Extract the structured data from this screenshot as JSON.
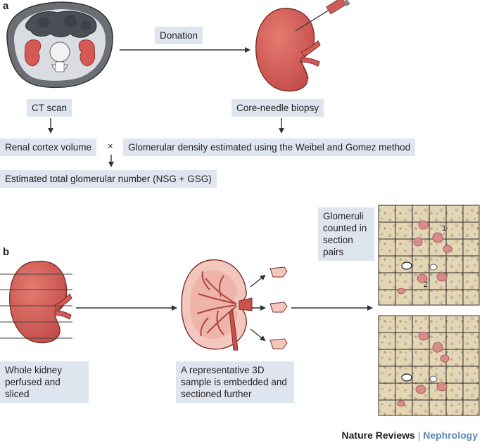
{
  "panels": {
    "a": "a",
    "b": "b"
  },
  "panel_a": {
    "donation": "Donation",
    "ct_scan": "CT scan",
    "biopsy": "Core-needle biopsy",
    "cortex_volume": "Renal cortex volume",
    "multiply": "×",
    "density": "Glomerular density estimated using the Weibel and Gomez method",
    "total": "Estimated total glomerular number (NSG + GSG)"
  },
  "panel_b": {
    "whole_kidney": "Whole kidney perfused and sliced",
    "sample": "A representative 3D sample is embedded and sectioned further",
    "glomeruli": "Glomeruli counted in section pairs",
    "marker_1": "1",
    "marker_2": "2"
  },
  "footer": {
    "journal": "Nature Reviews",
    "separator": "|",
    "subjournal": "Nephrology"
  },
  "colors": {
    "kidney": "#d55a55",
    "kidney_dark": "#b8413f",
    "label_bg": "#dfe5ee",
    "tissue": "#d8c9a6",
    "grid": "#2c2c2c",
    "accent": "#5b88b5"
  }
}
